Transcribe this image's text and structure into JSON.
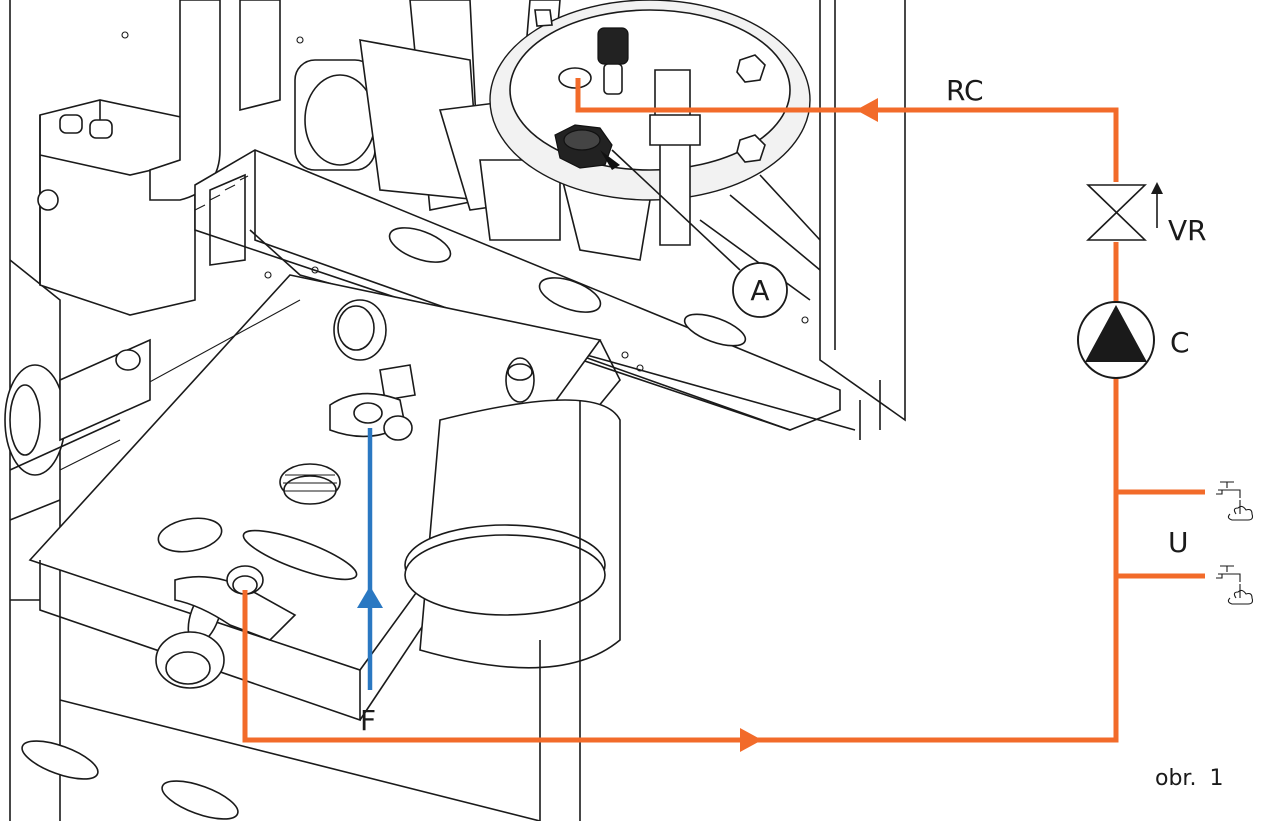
{
  "labels": {
    "rc": "RC",
    "vr": "VR",
    "c": "C",
    "u": "U",
    "a": "A",
    "f": "F"
  },
  "caption": {
    "prefix": "obr.",
    "number": "1"
  },
  "colors": {
    "hot_circuit": "#f26b2a",
    "cold_inlet": "#2a78c2",
    "outline": "#1a1a1a"
  }
}
